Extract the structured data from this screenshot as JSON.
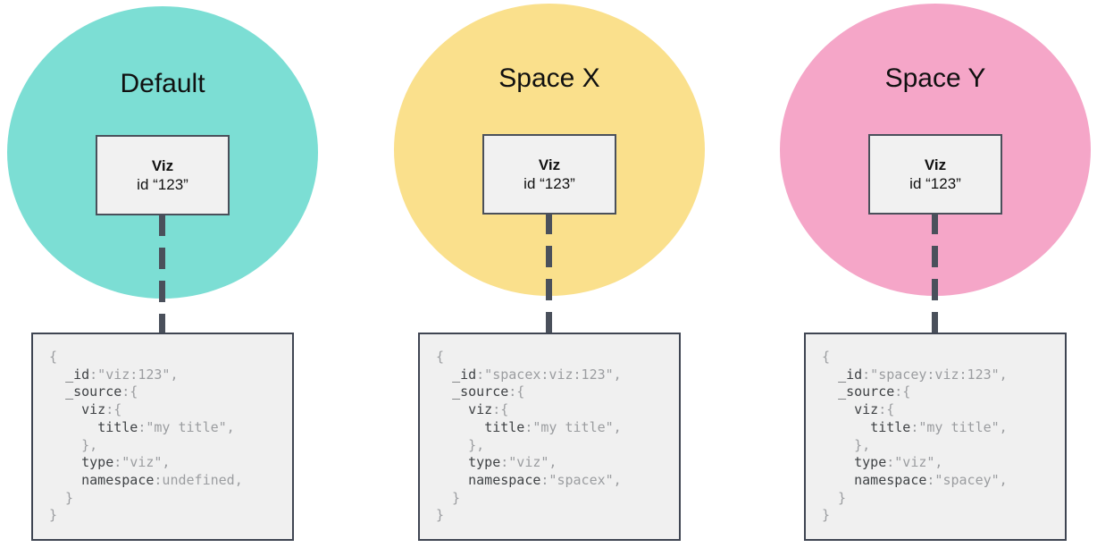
{
  "diagram": {
    "colors": {
      "default_circle": "#7CDED4",
      "space_x_circle": "#FAE08C",
      "space_y_circle": "#F5A6C8",
      "connector_line": "#4A505B",
      "card_border": "#4A505B",
      "card_bg": "#F1F1F1",
      "code_bg": "#F0F0F0",
      "code_border": "#3F4552",
      "code_key": "#3F4245",
      "code_plain": "#9B9DA0",
      "title_text": "#111111"
    },
    "panels": [
      {
        "space_label": "Default",
        "circle_color": "#7CDED4",
        "viz_card": {
          "name": "Viz",
          "id_line": "id “123”"
        },
        "code_lines": [
          [
            {
              "t": "{"
            }
          ],
          [
            {
              "t": "  "
            },
            {
              "t": "_id",
              "key": true
            },
            {
              "t": ":\"viz:123\","
            }
          ],
          [
            {
              "t": "  "
            },
            {
              "t": "_source",
              "key": true
            },
            {
              "t": ":{"
            }
          ],
          [
            {
              "t": "    "
            },
            {
              "t": "viz",
              "key": true
            },
            {
              "t": ":{"
            }
          ],
          [
            {
              "t": "      "
            },
            {
              "t": "title",
              "key": true
            },
            {
              "t": ":\"my title\","
            }
          ],
          [
            {
              "t": "    },"
            }
          ],
          [
            {
              "t": "    "
            },
            {
              "t": "type",
              "key": true
            },
            {
              "t": ":\"viz\","
            }
          ],
          [
            {
              "t": "    "
            },
            {
              "t": "namespace",
              "key": true
            },
            {
              "t": ":undefined,"
            }
          ],
          [
            {
              "t": "  }"
            }
          ],
          [
            {
              "t": "}"
            }
          ]
        ]
      },
      {
        "space_label": "Space X",
        "circle_color": "#FAE08C",
        "viz_card": {
          "name": "Viz",
          "id_line": "id “123”"
        },
        "code_lines": [
          [
            {
              "t": "{"
            }
          ],
          [
            {
              "t": "  "
            },
            {
              "t": "_id",
              "key": true
            },
            {
              "t": ":\"spacex:viz:123\","
            }
          ],
          [
            {
              "t": "  "
            },
            {
              "t": "_source",
              "key": true
            },
            {
              "t": ":{"
            }
          ],
          [
            {
              "t": "    "
            },
            {
              "t": "viz",
              "key": true
            },
            {
              "t": ":{"
            }
          ],
          [
            {
              "t": "      "
            },
            {
              "t": "title",
              "key": true
            },
            {
              "t": ":\"my title\","
            }
          ],
          [
            {
              "t": "    },"
            }
          ],
          [
            {
              "t": "    "
            },
            {
              "t": "type",
              "key": true
            },
            {
              "t": ":\"viz\","
            }
          ],
          [
            {
              "t": "    "
            },
            {
              "t": "namespace",
              "key": true
            },
            {
              "t": ":\"spacex\","
            }
          ],
          [
            {
              "t": "  }"
            }
          ],
          [
            {
              "t": "}"
            }
          ]
        ]
      },
      {
        "space_label": "Space Y",
        "circle_color": "#F5A6C8",
        "viz_card": {
          "name": "Viz",
          "id_line": "id “123”"
        },
        "code_lines": [
          [
            {
              "t": "{"
            }
          ],
          [
            {
              "t": "  "
            },
            {
              "t": "_id",
              "key": true
            },
            {
              "t": ":\"spacey:viz:123\","
            }
          ],
          [
            {
              "t": "  "
            },
            {
              "t": "_source",
              "key": true
            },
            {
              "t": ":{"
            }
          ],
          [
            {
              "t": "    "
            },
            {
              "t": "viz",
              "key": true
            },
            {
              "t": ":{"
            }
          ],
          [
            {
              "t": "      "
            },
            {
              "t": "title",
              "key": true
            },
            {
              "t": ":\"my title\","
            }
          ],
          [
            {
              "t": "    },"
            }
          ],
          [
            {
              "t": "    "
            },
            {
              "t": "type",
              "key": true
            },
            {
              "t": ":\"viz\","
            }
          ],
          [
            {
              "t": "    "
            },
            {
              "t": "namespace",
              "key": true
            },
            {
              "t": ":\"spacey\","
            }
          ],
          [
            {
              "t": "  }"
            }
          ],
          [
            {
              "t": "}"
            }
          ]
        ]
      }
    ]
  }
}
